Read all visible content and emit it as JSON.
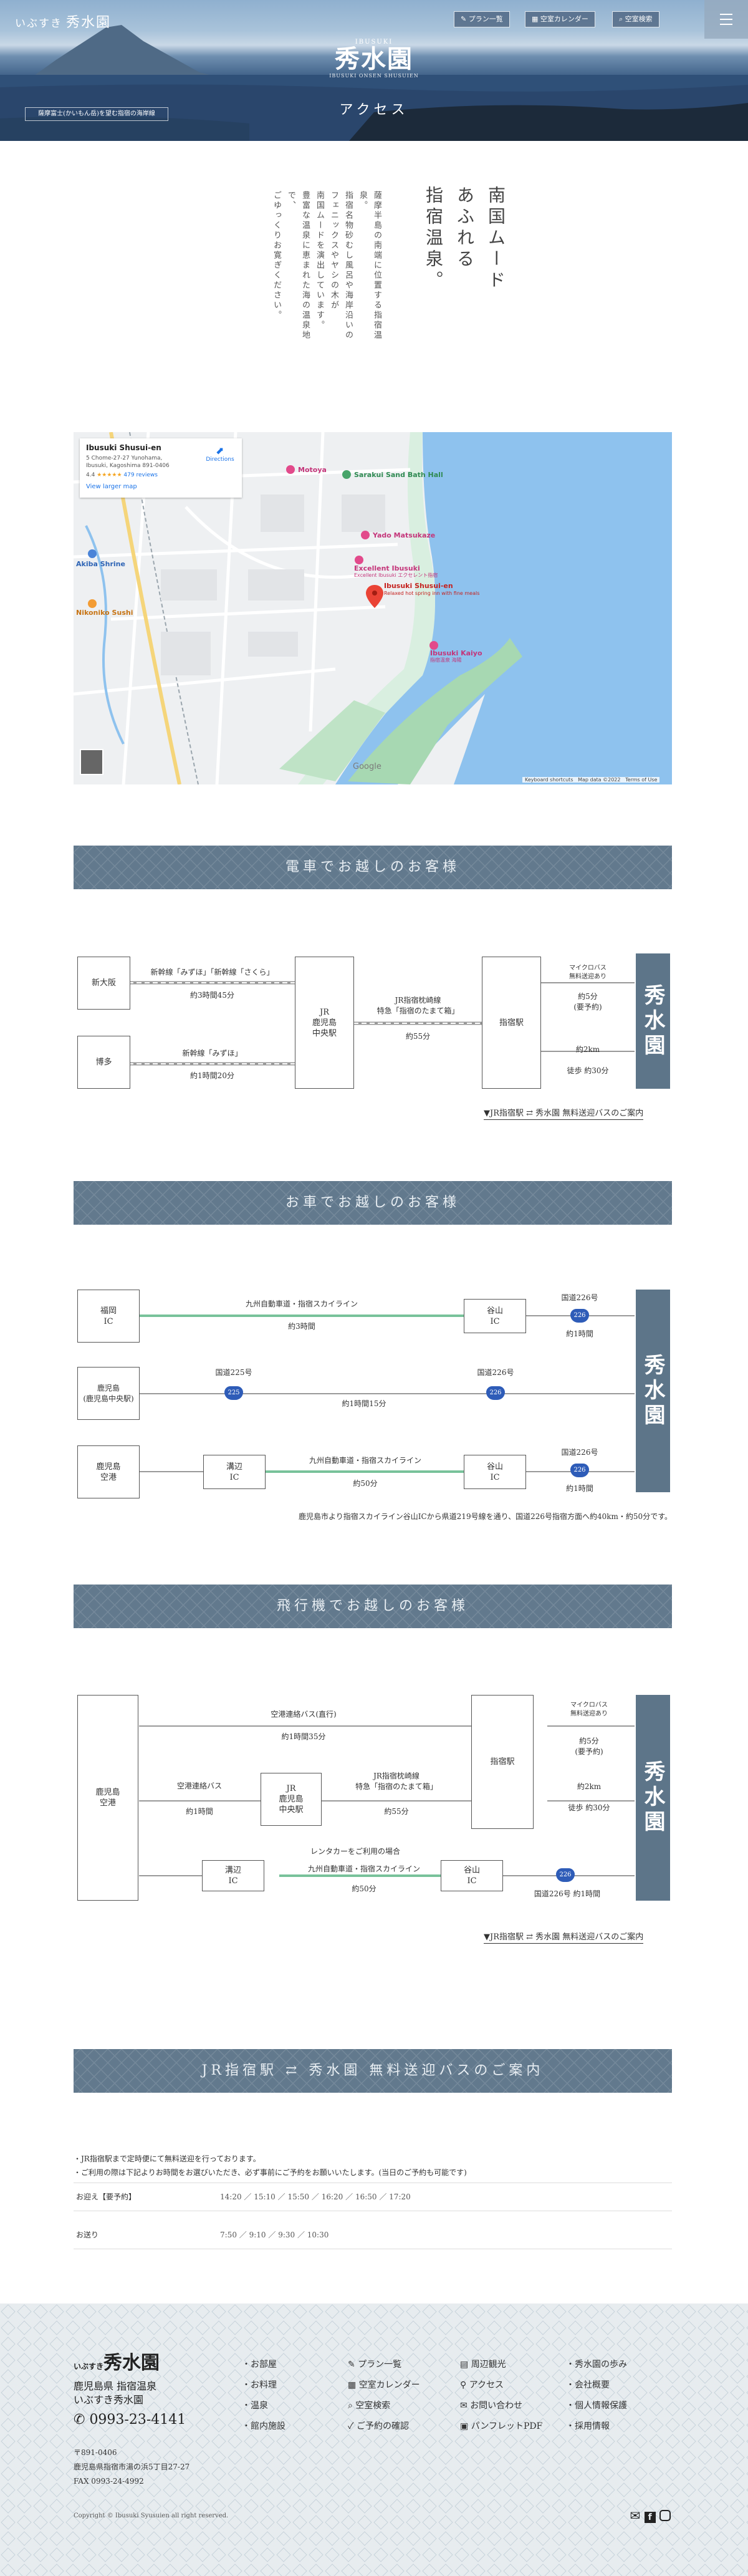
{
  "header": {
    "site_small": "いぶすき",
    "site_name": "秀水園",
    "buttons": [
      "プラン一覧",
      "空室カレンダー",
      "空室検索"
    ],
    "logo_en": "IBUSUKI",
    "logo_ja": "秀水園",
    "logo_sub": "IBUSUKI ONSEN SHUSUIEN",
    "page_title": "アクセス",
    "caption": "薩摩富士(かいもん岳)を望む指宿の海岸線"
  },
  "intro": {
    "catch": [
      "南国ムード",
      "あふれる",
      "指宿温泉。"
    ],
    "body": [
      "薩摩半島の南端に位置する指宿温泉。",
      "指宿名物砂むし風呂や海岸沿いの",
      "フェニックスやヤシの木が",
      "南国ムードを演出しています。",
      "豊富な温泉に恵まれた海の温泉地で、",
      "ごゆっくりお寛ぎください。"
    ]
  },
  "map": {
    "place": "Ibusuki Shusui-en",
    "address": "5 Chome-27-27 Yunohama, Ibusuki, Kagoshima 891-0406",
    "rating": "4.4",
    "stars": "★★★★★",
    "reviews": "479 reviews",
    "directions": "Directions",
    "view_larger": "View larger map",
    "pins": [
      "Motoya",
      "Sarakui Sand Bath Hall",
      "Yado Matsukaze",
      "Excellent Ibusuki",
      "Ibusuki Shusui-en",
      "Ibusuki Kaiyo",
      "Akiba Shrine",
      "Nikoniko Sushi"
    ],
    "pin_sub": [
      "Excellent Ibusuki エクセレント指宿",
      "Relaxed hot spring inn with fine meals",
      "指宿温泉 海陽"
    ],
    "footer": [
      "Keyboard shortcuts",
      "Map data ©2022",
      "Terms of Use"
    ],
    "google": "Google"
  },
  "train": {
    "title": "電車でお越しのお客様",
    "origins": [
      "新大阪",
      "博多"
    ],
    "line1": "新幹線「みずほ」「新幹線「さくら」",
    "time1": "約3時間45分",
    "line2": "新幹線「みずほ」",
    "time2": "約1時間20分",
    "hub": [
      "JR",
      "鹿児島",
      "中央駅"
    ],
    "line3": [
      "JR指宿枕崎線",
      "特急「指宿のたまて箱」"
    ],
    "time3": "約55分",
    "station": "指宿駅",
    "bus": [
      "マイクロバス",
      "無料送迎あり"
    ],
    "bus_time": [
      "約5分",
      "(要予約)"
    ],
    "walk_dist": "約2km",
    "walk_time": "徒歩 約30分",
    "logo": "秀水園",
    "link": "▼JR指宿駅 ⇄ 秀水園 無料送迎バスのご案内"
  },
  "car": {
    "title": "お車でお越しのお客様",
    "r1": {
      "from": "福岡\nIC",
      "road": "九州自動車道・指宿スカイライン",
      "time": "約3時間",
      "to": "谷山\nIC",
      "route": "国道226号",
      "route_no": "226",
      "time2": "約1時間"
    },
    "r2": {
      "from": "鹿児島\n(鹿児島中央駅)",
      "route_a": "国道225号",
      "route_a_no": "225",
      "time": "約1時間15分",
      "route_b": "国道226号",
      "route_b_no": "226"
    },
    "r3": {
      "from": "鹿児島\n空港",
      "ic": "溝辺\nIC",
      "road": "九州自動車道・指宿スカイライン",
      "time": "約50分",
      "to": "谷山\nIC",
      "route": "国道226号",
      "route_no": "226",
      "time2": "約1時間"
    },
    "note": "鹿児島市より指宿スカイライン谷山ICから県道219号線を通り、国道226号指宿方面へ約40km・約50分です。",
    "logo": "秀水園"
  },
  "plane": {
    "title": "飛行機でお越しのお客様",
    "airport": "鹿児島\n空港",
    "a1": "空港連絡バス(直行)",
    "a1_time": "約1時間35分",
    "a2": "空港連絡バス",
    "a2_time": "約1時間",
    "hub": [
      "JR",
      "鹿児島",
      "中央駅"
    ],
    "a3": [
      "JR指宿枕崎線",
      "特急「指宿のたまて箱」"
    ],
    "a3_time": "約55分",
    "station": "指宿駅",
    "bus": [
      "マイクロバス",
      "無料送迎あり"
    ],
    "bus_time": [
      "約5分",
      "(要予約)"
    ],
    "walk_dist": "約2km",
    "walk_time": "徒歩 約30分",
    "rent": "レンタカーをご利用の場合",
    "ic": "溝辺\nIC",
    "road": "九州自動車道・指宿スカイライン",
    "time": "約50分",
    "to": "谷山\nIC",
    "route": "国道226号",
    "route_no": "226",
    "time2": "約1時間",
    "logo": "秀水園",
    "link": "▼JR指宿駅 ⇄ 秀水園 無料送迎バスのご案内"
  },
  "bus": {
    "title": "JR指宿駅 ⇄ 秀水園 無料送迎バスのご案内",
    "notes": [
      "・JR指宿駅まで定時便にて無料送迎を行っております。",
      "・ご利用の際は下記よりお時間をお選びいただき、必ず事前にご予約をお願いいたします。(当日のご予約も可能です)"
    ],
    "rows": [
      {
        "label": "お迎え【要予約】",
        "times": [
          "14:20",
          "15:10",
          "15:50",
          "16:20",
          "16:50",
          "17:20"
        ]
      },
      {
        "label": "お送り",
        "times": [
          "7:50",
          "9:10",
          "9:30",
          "10:30"
        ]
      }
    ]
  },
  "footer": {
    "logo": "秀水園",
    "logo_small": "いぶすき",
    "name1": "鹿児島県 指宿温泉",
    "name2": "いぶすき秀水園",
    "tel": "0993-23-4141",
    "zip": "〒891-0406",
    "addr": "鹿児島県指宿市湯の浜5丁目27-27",
    "fax": "FAX 0993-24-4992",
    "col1": [
      "お部屋",
      "お料理",
      "温泉",
      "館内施設"
    ],
    "col2": [
      "プラン一覧",
      "空室カレンダー",
      "空室検索",
      "ご予約の確認"
    ],
    "col3": [
      "周辺観光",
      "アクセス",
      "お問い合わせ",
      "パンフレットPDF"
    ],
    "col4": [
      "秀水園の歩み",
      "会社概要",
      "個人情報保護",
      "採用情報"
    ],
    "copyright": "Copyright © Ibusuki Syusuien all right reserved."
  }
}
